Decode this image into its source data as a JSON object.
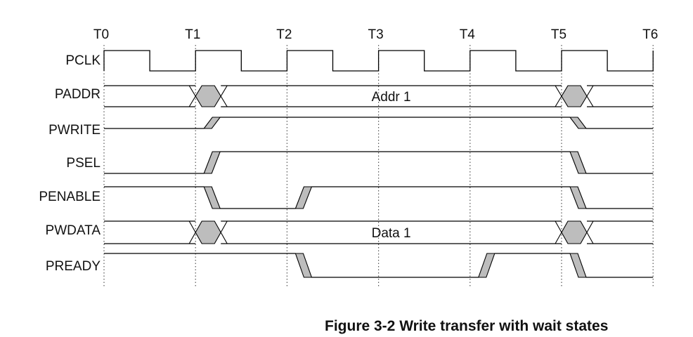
{
  "time_labels": [
    "T0",
    "T1",
    "T2",
    "T3",
    "T4",
    "T5",
    "T6"
  ],
  "signals": [
    {
      "name": "PCLK",
      "kind": "clock"
    },
    {
      "name": "PADDR",
      "kind": "bus",
      "value": "Addr 1",
      "transitions": [
        1,
        5
      ]
    },
    {
      "name": "PWRITE",
      "kind": "level",
      "initial": "mid",
      "edges": [
        {
          "at": 1,
          "to": "high"
        },
        {
          "at": 5,
          "to": "mid"
        }
      ]
    },
    {
      "name": "PSEL",
      "kind": "level",
      "initial": "low",
      "edges": [
        {
          "at": 1,
          "to": "high"
        },
        {
          "at": 5,
          "to": "low"
        }
      ]
    },
    {
      "name": "PENABLE",
      "kind": "level",
      "initial": "high",
      "edges": [
        {
          "at": 1,
          "to": "low"
        },
        {
          "at": 2,
          "to": "high"
        },
        {
          "at": 5,
          "to": "low"
        }
      ]
    },
    {
      "name": "PWDATA",
      "kind": "bus",
      "value": "Data 1",
      "transitions": [
        1,
        5
      ]
    },
    {
      "name": "PREADY",
      "kind": "level",
      "initial": "high",
      "edges": [
        {
          "at": 2,
          "to": "low"
        },
        {
          "at": 4,
          "to": "high"
        },
        {
          "at": 5,
          "to": "low"
        }
      ]
    }
  ],
  "caption": "Figure 3-2 Write transfer with wait states"
}
